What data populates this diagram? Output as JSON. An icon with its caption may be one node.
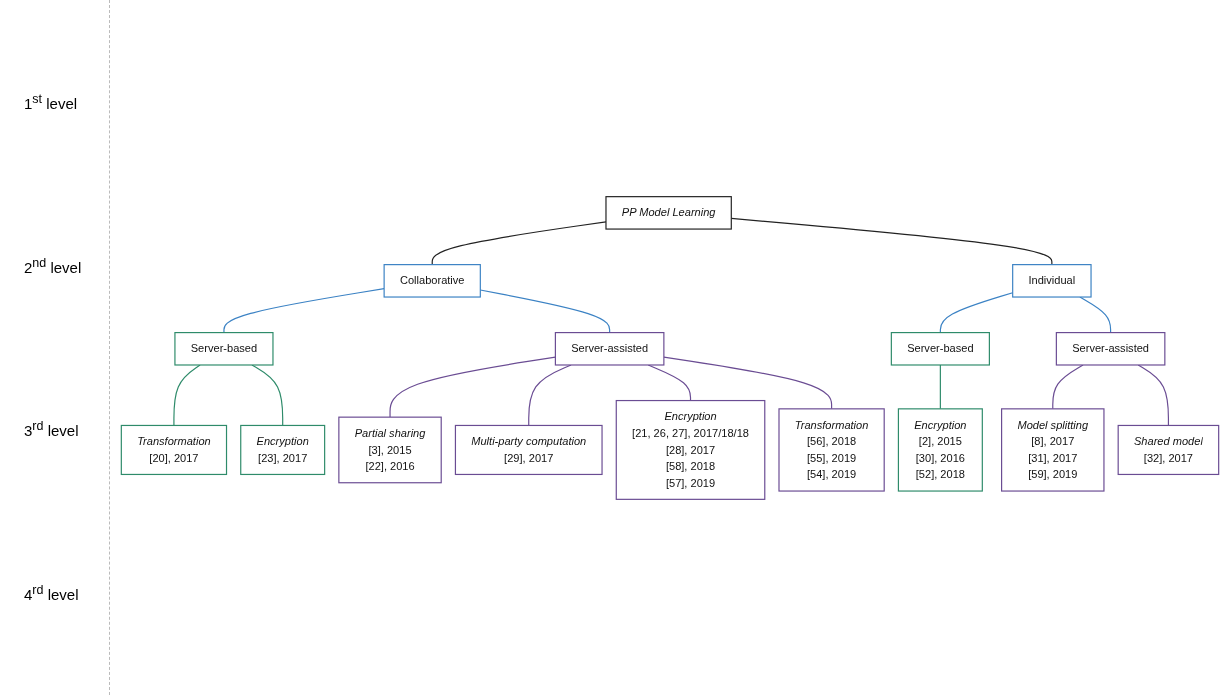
{
  "diagram": {
    "nodes": [
      {
        "text": [
          "PP Model Learning"
        ]
      },
      {
        "text": [
          "Collaborative"
        ]
      },
      {
        "text": [
          "Individual"
        ]
      },
      {
        "text": [
          "Server-based"
        ]
      },
      {
        "text": [
          "Server-assisted"
        ]
      },
      {
        "text": [
          "Server-based"
        ]
      },
      {
        "text": [
          "Server-assisted"
        ]
      },
      {
        "text": [
          "Transformation",
          "[20], 2017"
        ]
      },
      {
        "text": [
          "Encryption",
          "[23], 2017"
        ]
      },
      {
        "text": [
          "Partial sharing",
          "[3], 2015",
          "[22], 2016"
        ]
      },
      {
        "text": [
          "Multi-party computation",
          "[29], 2017"
        ]
      },
      {
        "text": [
          "Encryption",
          "[21, 26, 27], 2017/18/18",
          "[28], 2017",
          "[58], 2018",
          "[57], 2019"
        ]
      },
      {
        "text": [
          "Transformation",
          "[56], 2018",
          "[55], 2019",
          "[54], 2019"
        ]
      },
      {
        "text": [
          "Encryption",
          "[2], 2015",
          "[30], 2016",
          "[52], 2018"
        ]
      },
      {
        "text": [
          "Model splitting",
          "[8], 2017",
          "[31], 2017",
          "[59], 2019"
        ]
      },
      {
        "text": [
          "Shared model",
          "[32], 2017"
        ]
      }
    ],
    "edges": [
      {
        "from": 0,
        "to": 1,
        "arrow": "none",
        "color": "#222222"
      },
      {
        "from": 0,
        "to": 2,
        "arrow": "none",
        "color": "#222222"
      },
      {
        "from": 1,
        "to": 3,
        "arrow": "none",
        "color": "#3b82c4"
      },
      {
        "from": 1,
        "to": 4,
        "arrow": "none",
        "color": "#3b82c4"
      },
      {
        "from": 2,
        "to": 5,
        "arrow": "none",
        "color": "#3b82c4"
      },
      {
        "from": 2,
        "to": 6,
        "arrow": "none",
        "color": "#3b82c4"
      },
      {
        "from": 3,
        "to": 7,
        "arrow": "none",
        "color": "#2e8b6a"
      },
      {
        "from": 3,
        "to": 8,
        "arrow": "none",
        "color": "#2e8b6a"
      },
      {
        "from": 4,
        "to": 9,
        "arrow": "none"
      },
      {
        "from": 4,
        "to": 10,
        "arrow": "none"
      },
      {
        "from": 4,
        "to": 11,
        "arrow": "none"
      },
      {
        "from": 4,
        "to": 12,
        "arrow": "none"
      },
      {
        "from": 5,
        "to": 13,
        "arrow": "none",
        "color": "#2e8b6a"
      },
      {
        "from": 6,
        "to": 14,
        "arrow": "none"
      },
      {
        "from": 6,
        "to": 15,
        "arrow": "none"
      }
    ],
    "labels": [
      "1$^{st}$ level",
      "2$^{nd}$ level",
      "3$^{rd}$ level",
      "4$^{rd}$ level"
    ]
  }
}
